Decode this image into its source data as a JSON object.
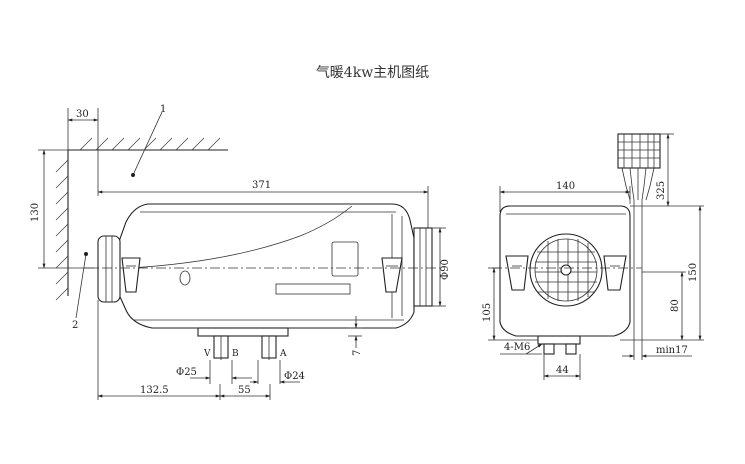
{
  "title": "气暖4kw主机图纸",
  "side_view": {
    "leader_labels": [
      "1",
      "2"
    ],
    "dimensions": {
      "wall_gap": "30",
      "height_from_wall": "130",
      "overall_length": "371",
      "inlet_diameter": "Φ90",
      "fuel_port_diameter": "Φ25",
      "exhaust_port_diameter": "Φ24",
      "port_offset": "132.5",
      "port_spacing": "55",
      "base_depth": "7"
    },
    "port_letters": [
      "V",
      "B",
      "A"
    ]
  },
  "front_view": {
    "dimensions": {
      "width": "140",
      "cable_length": "325",
      "overall_height": "150",
      "mount_height": "105",
      "side_height": "80",
      "bolt_spec": "4-M6",
      "bolt_spacing": "44",
      "min_clearance": "min17"
    }
  }
}
